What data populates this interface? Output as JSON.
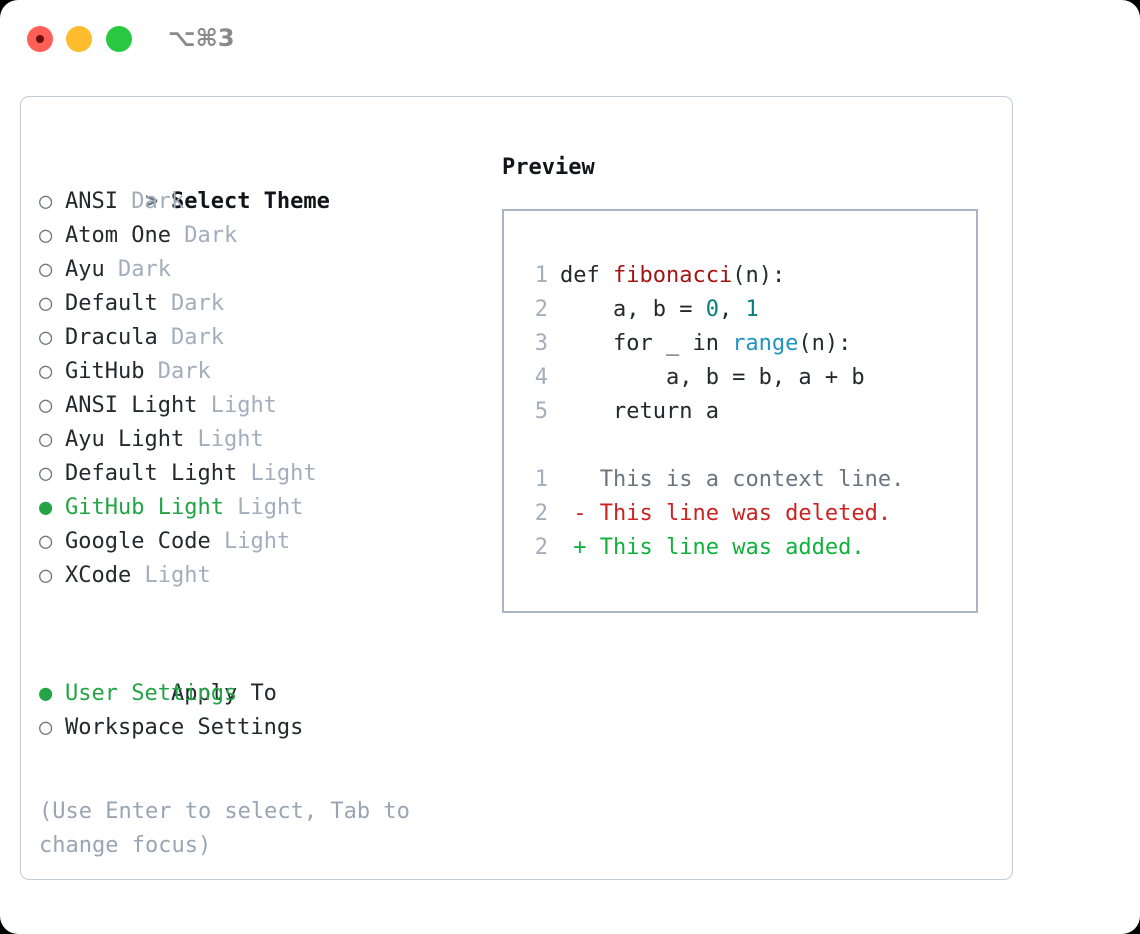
{
  "titlebar": {
    "shortcut": "⌥⌘3",
    "buttons": [
      "close",
      "minimize",
      "maximize"
    ]
  },
  "colors": {
    "accent_green": "#22a447",
    "muted": "#a3aebd",
    "text": "#24292e",
    "diff_add": "#11b23c",
    "diff_del": "#cc2222",
    "panel_border": "#c3cbd6",
    "preview_border": "#a9b4c4"
  },
  "theme_picker": {
    "header_prefix": "> ",
    "header": "Select Theme",
    "marker_unselected": "○",
    "marker_selected": "●",
    "items": [
      {
        "name": "ANSI",
        "category": "Dark",
        "selected": false
      },
      {
        "name": "Atom One",
        "category": "Dark",
        "selected": false
      },
      {
        "name": "Ayu",
        "category": "Dark",
        "selected": false
      },
      {
        "name": "Default",
        "category": "Dark",
        "selected": false
      },
      {
        "name": "Dracula",
        "category": "Dark",
        "selected": false
      },
      {
        "name": "GitHub",
        "category": "Dark",
        "selected": false
      },
      {
        "name": "ANSI Light",
        "category": "Light",
        "selected": false
      },
      {
        "name": "Ayu Light",
        "category": "Light",
        "selected": false
      },
      {
        "name": "Default Light",
        "category": "Light",
        "selected": false
      },
      {
        "name": "GitHub Light",
        "category": "Light",
        "selected": true
      },
      {
        "name": "Google Code",
        "category": "Light",
        "selected": false
      },
      {
        "name": "XCode",
        "category": "Light",
        "selected": false
      }
    ]
  },
  "apply_to": {
    "header": "Apply To",
    "items": [
      {
        "name": "User Settings",
        "selected": true
      },
      {
        "name": "Workspace Settings",
        "selected": false
      }
    ]
  },
  "hint": "(Use Enter to select, Tab to change focus)",
  "preview": {
    "title": "Preview",
    "code_lines": [
      {
        "num": "1",
        "tokens": [
          {
            "t": "def ",
            "c": "plain"
          },
          {
            "t": "fibonacci",
            "c": "func"
          },
          {
            "t": "(n):",
            "c": "plain"
          }
        ]
      },
      {
        "num": "2",
        "tokens": [
          {
            "t": "    a, b = ",
            "c": "plain"
          },
          {
            "t": "0",
            "c": "num"
          },
          {
            "t": ", ",
            "c": "plain"
          },
          {
            "t": "1",
            "c": "num"
          }
        ]
      },
      {
        "num": "3",
        "tokens": [
          {
            "t": "    for _ in ",
            "c": "plain"
          },
          {
            "t": "range",
            "c": "call"
          },
          {
            "t": "(n):",
            "c": "plain"
          }
        ]
      },
      {
        "num": "4",
        "tokens": [
          {
            "t": "        a, b = b, a + b",
            "c": "plain"
          }
        ]
      },
      {
        "num": "5",
        "tokens": [
          {
            "t": "    return a",
            "c": "plain"
          }
        ]
      }
    ],
    "diff_lines": [
      {
        "num": "1",
        "sign": "  ",
        "text": "This is a context line.",
        "kind": "context"
      },
      {
        "num": "2",
        "sign": "- ",
        "text": "This line was deleted.",
        "kind": "del"
      },
      {
        "num": "2",
        "sign": "+ ",
        "text": "This line was added.",
        "kind": "add"
      }
    ]
  }
}
